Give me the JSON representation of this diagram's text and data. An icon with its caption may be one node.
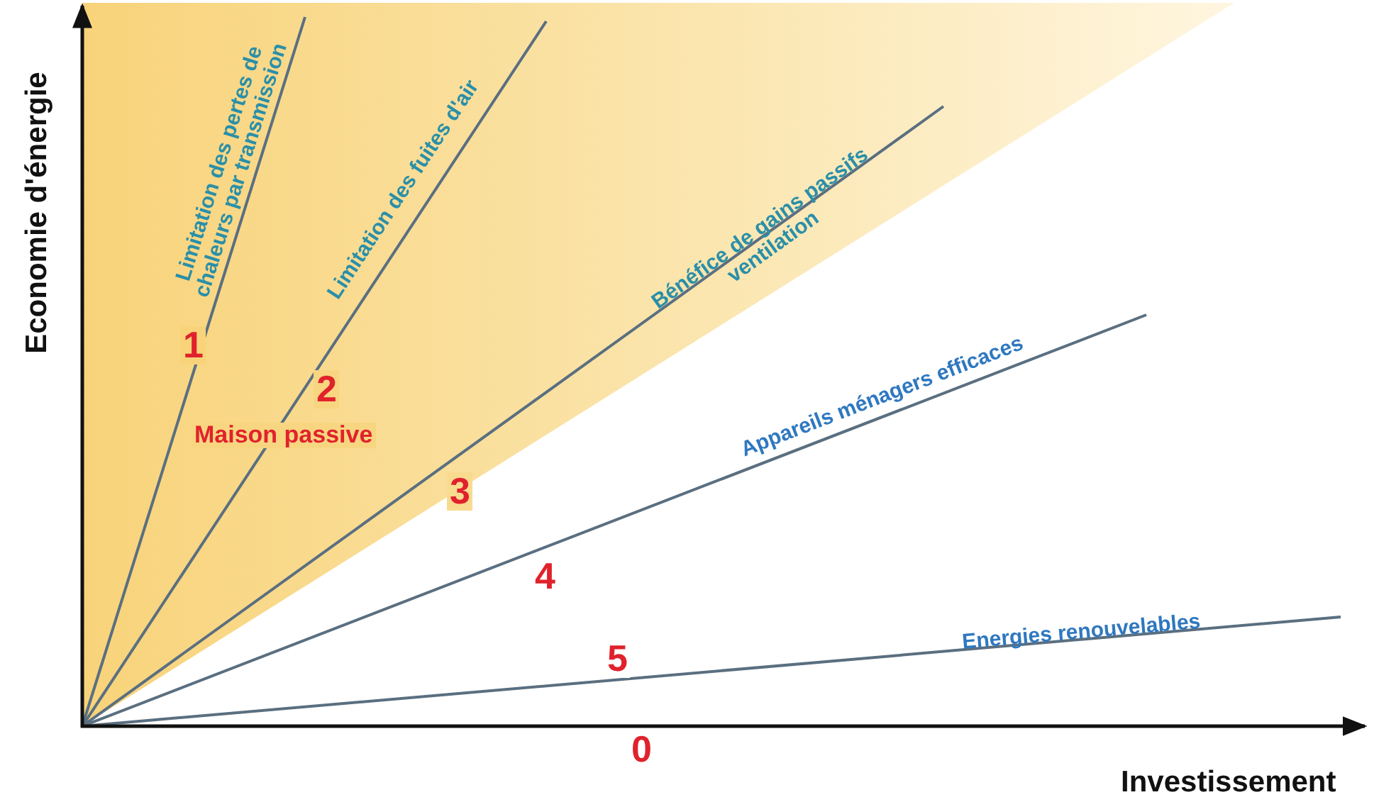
{
  "diagram": {
    "labels": [
      "Economie d'énergie",
      "Limitation des pertes de chaleurs par transmission",
      "Limitation des fuites d'air",
      "Bénéfice de gains passifs ventilation",
      "Appareils ménagers efficaces",
      "1",
      "2",
      "Maison passive",
      "3",
      "4",
      "Energies renouvelables",
      "5",
      "0",
      "Investissement"
    ]
  }
}
